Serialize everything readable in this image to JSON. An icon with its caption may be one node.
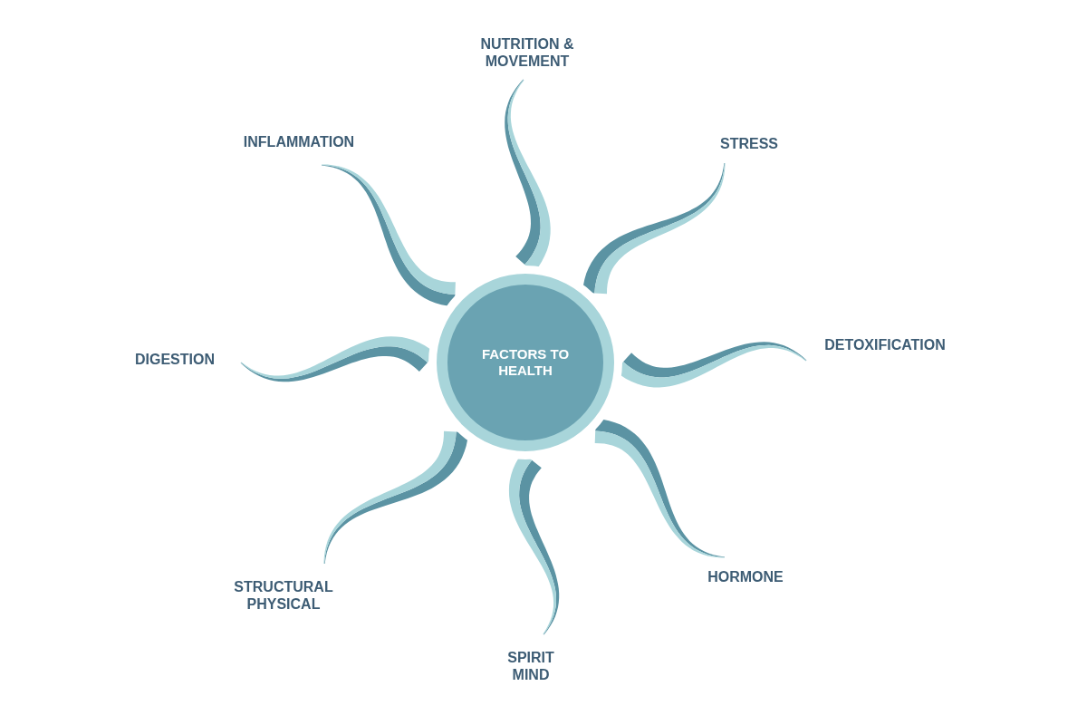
{
  "diagram": {
    "nodes": [
      {
        "text": [
          "FACTORS TO HEALTH"
        ]
      },
      {
        "text": [
          "NUTRITION & MOVEMENT"
        ]
      },
      {
        "text": [
          "STRESS"
        ]
      },
      {
        "text": [
          "DETOXIFICATION"
        ]
      },
      {
        "text": [
          "HORMONE"
        ]
      },
      {
        "text": [
          "SPIRIT MIND"
        ]
      },
      {
        "text": [
          "STRUCTURAL PHYSICAL"
        ]
      },
      {
        "text": [
          "DIGESTION"
        ]
      },
      {
        "text": [
          "INFLAMMATION"
        ]
      }
    ],
    "edges": [
      {
        "from": 0,
        "to": 1,
        "arrow": "none"
      },
      {
        "from": 0,
        "to": 2,
        "arrow": "none"
      },
      {
        "from": 0,
        "to": 3,
        "arrow": "none"
      },
      {
        "from": 0,
        "to": 4,
        "arrow": "none"
      },
      {
        "from": 0,
        "to": 5,
        "arrow": "none"
      },
      {
        "from": 0,
        "to": 6,
        "arrow": "none"
      },
      {
        "from": 0,
        "to": 7,
        "arrow": "none"
      },
      {
        "from": 0,
        "to": 8,
        "arrow": "none"
      }
    ]
  }
}
